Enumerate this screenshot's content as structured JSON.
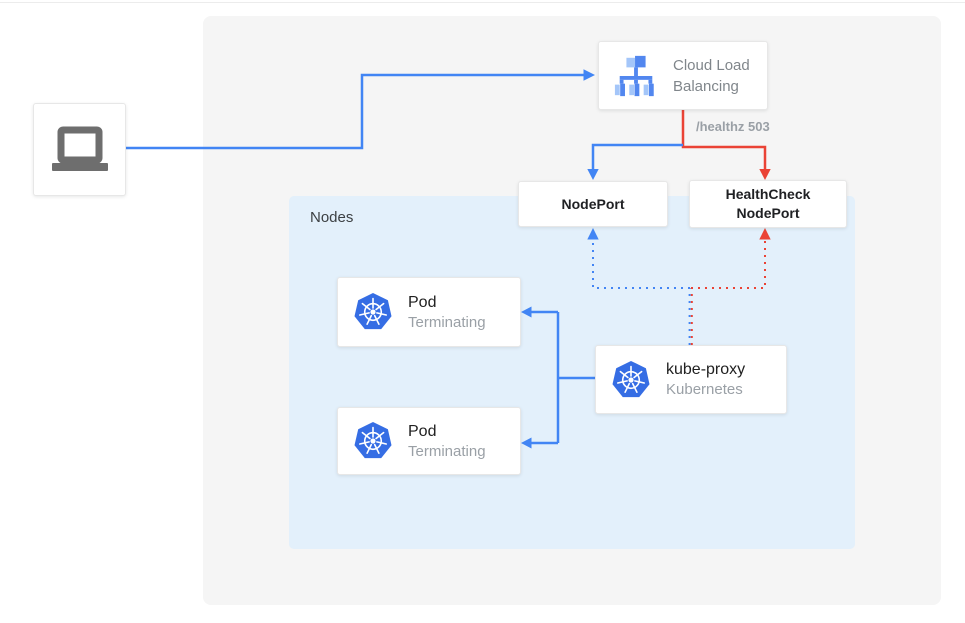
{
  "diagram": {
    "nodes_group": {
      "label": "Nodes"
    },
    "client": {
      "icon": "laptop-icon"
    },
    "load_balancer": {
      "line1": "Cloud Load",
      "line2": "Balancing",
      "icon": "load-balancer-icon"
    },
    "healthz_label": "/healthz 503",
    "node_port": {
      "label": "NodePort"
    },
    "health_check_node_port": {
      "line1": "HealthCheck",
      "line2": "NodePort"
    },
    "pods": [
      {
        "title": "Pod",
        "subtitle": "Terminating",
        "icon": "kubernetes-icon"
      },
      {
        "title": "Pod",
        "subtitle": "Terminating",
        "icon": "kubernetes-icon"
      }
    ],
    "kube_proxy": {
      "title": "kube-proxy",
      "subtitle": "Kubernetes",
      "icon": "kubernetes-icon"
    },
    "colors": {
      "accent_blue": "#4285f4",
      "accent_red": "#ea4335",
      "kubernetes_blue": "#356de4",
      "lb_icon_light": "#a4c6f9",
      "lb_icon_medium": "#5287ef",
      "laptop_gray": "#6e6e6e",
      "nodes_bg": "#e3f0fb",
      "panel_bg": "#f5f5f5"
    }
  }
}
